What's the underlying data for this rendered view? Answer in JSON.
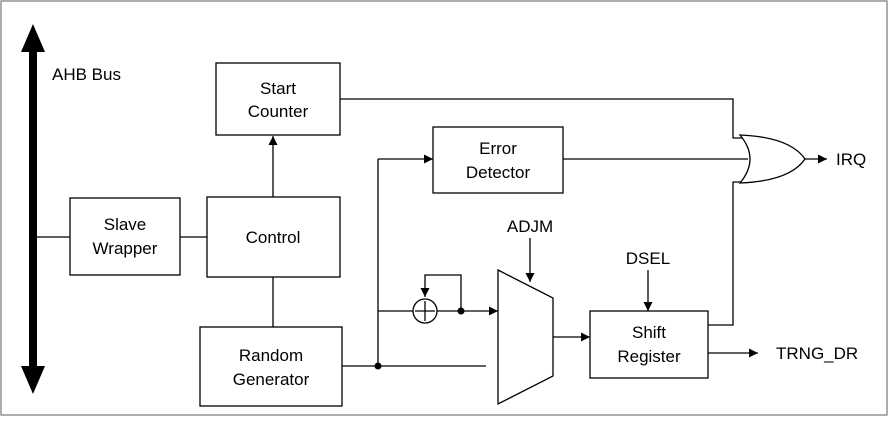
{
  "diagram": {
    "bus_label": "AHB Bus",
    "blocks": {
      "start_counter": [
        "Start",
        "Counter"
      ],
      "error_detector": [
        "Error",
        "Detector"
      ],
      "slave_wrapper": [
        "Slave",
        "Wrapper"
      ],
      "control": "Control",
      "random_generator": [
        "Random",
        "Generator"
      ],
      "shift_register": [
        "Shift",
        "Register"
      ]
    },
    "signals": {
      "adjm": "ADJM",
      "dsel": "DSEL",
      "irq": "IRQ",
      "trng_dr": "TRNG_DR"
    }
  }
}
